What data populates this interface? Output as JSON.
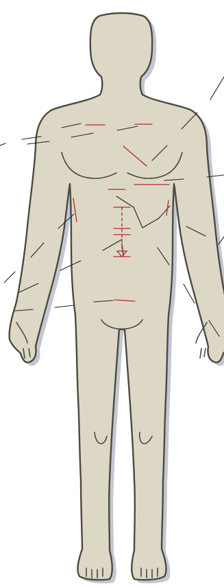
{
  "colors": {
    "page_background": "#ffffff",
    "body_fill": "#ddd8c6",
    "body_outline": "#4a4a40",
    "body_shadow": "#b9bccb",
    "leader_line": "#222222",
    "incision_mark": "#b52a2f"
  },
  "figure": {
    "subject": "human-body-front-view",
    "view": "anterior"
  },
  "leader_lines": [
    {
      "id": "leader-1"
    },
    {
      "id": "leader-2"
    },
    {
      "id": "leader-3"
    },
    {
      "id": "leader-4"
    },
    {
      "id": "leader-5"
    },
    {
      "id": "leader-6"
    },
    {
      "id": "leader-7"
    },
    {
      "id": "leader-8"
    },
    {
      "id": "leader-9"
    },
    {
      "id": "leader-10"
    },
    {
      "id": "leader-11"
    },
    {
      "id": "leader-12"
    },
    {
      "id": "leader-13"
    },
    {
      "id": "leader-14"
    },
    {
      "id": "leader-15"
    },
    {
      "id": "leader-16"
    },
    {
      "id": "leader-17"
    },
    {
      "id": "leader-18"
    },
    {
      "id": "leader-19"
    },
    {
      "id": "leader-20"
    },
    {
      "id": "leader-21"
    },
    {
      "id": "leader-22"
    },
    {
      "id": "leader-23"
    }
  ],
  "incision_marks": [
    {
      "id": "incision-1"
    },
    {
      "id": "incision-2"
    },
    {
      "id": "incision-3"
    },
    {
      "id": "incision-4"
    },
    {
      "id": "incision-5"
    },
    {
      "id": "incision-6"
    },
    {
      "id": "incision-7"
    },
    {
      "id": "incision-8"
    },
    {
      "id": "incision-9"
    },
    {
      "id": "incision-10"
    },
    {
      "id": "incision-11"
    },
    {
      "id": "incision-12"
    },
    {
      "id": "incision-13"
    },
    {
      "id": "incision-14"
    },
    {
      "id": "incision-15"
    }
  ]
}
